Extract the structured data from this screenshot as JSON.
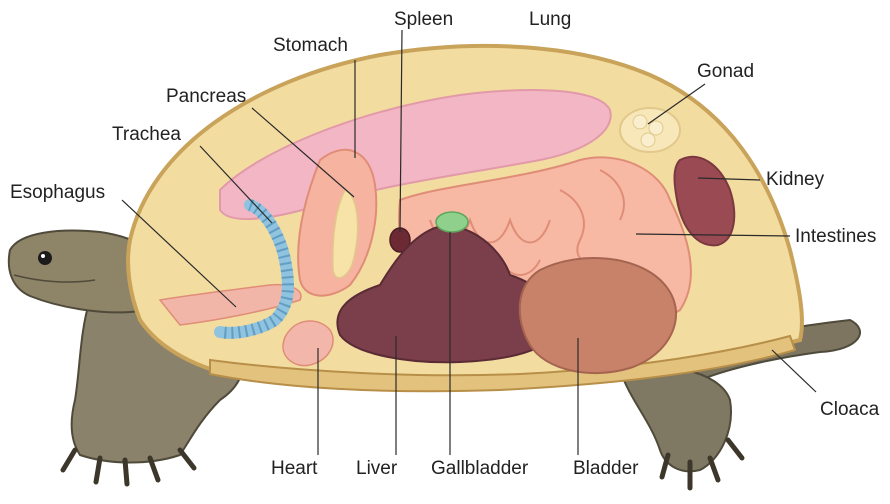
{
  "labels": {
    "esophagus": "Esophagus",
    "trachea": "Trachea",
    "pancreas": "Pancreas",
    "stomach": "Stomach",
    "spleen": "Spleen",
    "lung": "Lung",
    "gonad": "Gonad",
    "kidney": "Kidney",
    "intestines": "Intestines",
    "cloaca": "Cloaca",
    "heart": "Heart",
    "liver": "Liver",
    "gallbladder": "Gallbladder",
    "bladder": "Bladder"
  },
  "colors": {
    "shell": "#f2dca0",
    "shell_edge": "#c9a35a",
    "skin": "#8e8468",
    "lung": "#f3b6c4",
    "intestine": "#f7b9a4",
    "liver": "#7a3f4a",
    "bladder": "#c9826a",
    "kidney": "#9a4a52",
    "trachea": "#8fc3e0",
    "gallbladder": "#8ed08c"
  }
}
